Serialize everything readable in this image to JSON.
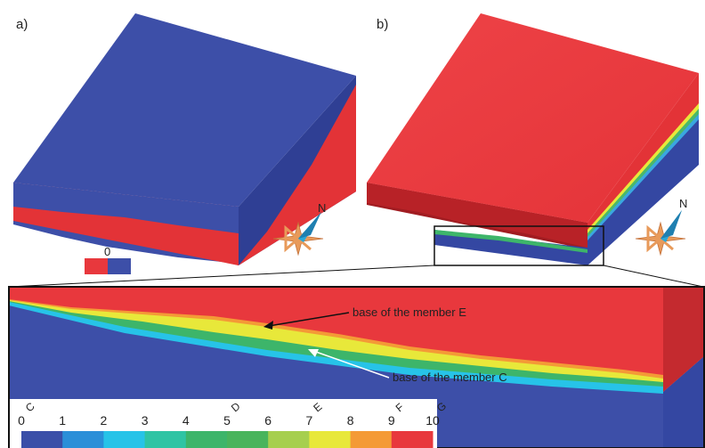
{
  "panels": {
    "a": {
      "label": "a)"
    },
    "b": {
      "label": "b)"
    }
  },
  "north_label": "N",
  "legend_small": {
    "value": "0",
    "colors": [
      "#e8383d",
      "#3d4fa8"
    ]
  },
  "annotations": {
    "member_e": "base of the member E",
    "member_c": "base of the member C"
  },
  "scale": {
    "numbers": [
      "0",
      "1",
      "2",
      "3",
      "4",
      "5",
      "6",
      "7",
      "8",
      "9",
      "10"
    ],
    "letters": [
      {
        "at": "0",
        "text": "C"
      },
      {
        "at": "5",
        "text": "D"
      },
      {
        "at": "7",
        "text": "E"
      },
      {
        "at": "9",
        "text": "F"
      },
      {
        "at": "10",
        "text": "G"
      }
    ],
    "colors": [
      "#3a4fa8",
      "#2b8fd8",
      "#27c3e8",
      "#2fc4a4",
      "#3db56a",
      "#49b45c",
      "#a6cf4e",
      "#e8e83a",
      "#f49a36",
      "#e8383d"
    ]
  },
  "colors": {
    "red": "#e8383d",
    "red_dark": "#9c1c20",
    "blue": "#3d4fa8",
    "blue_dark": "#2f3f94"
  }
}
